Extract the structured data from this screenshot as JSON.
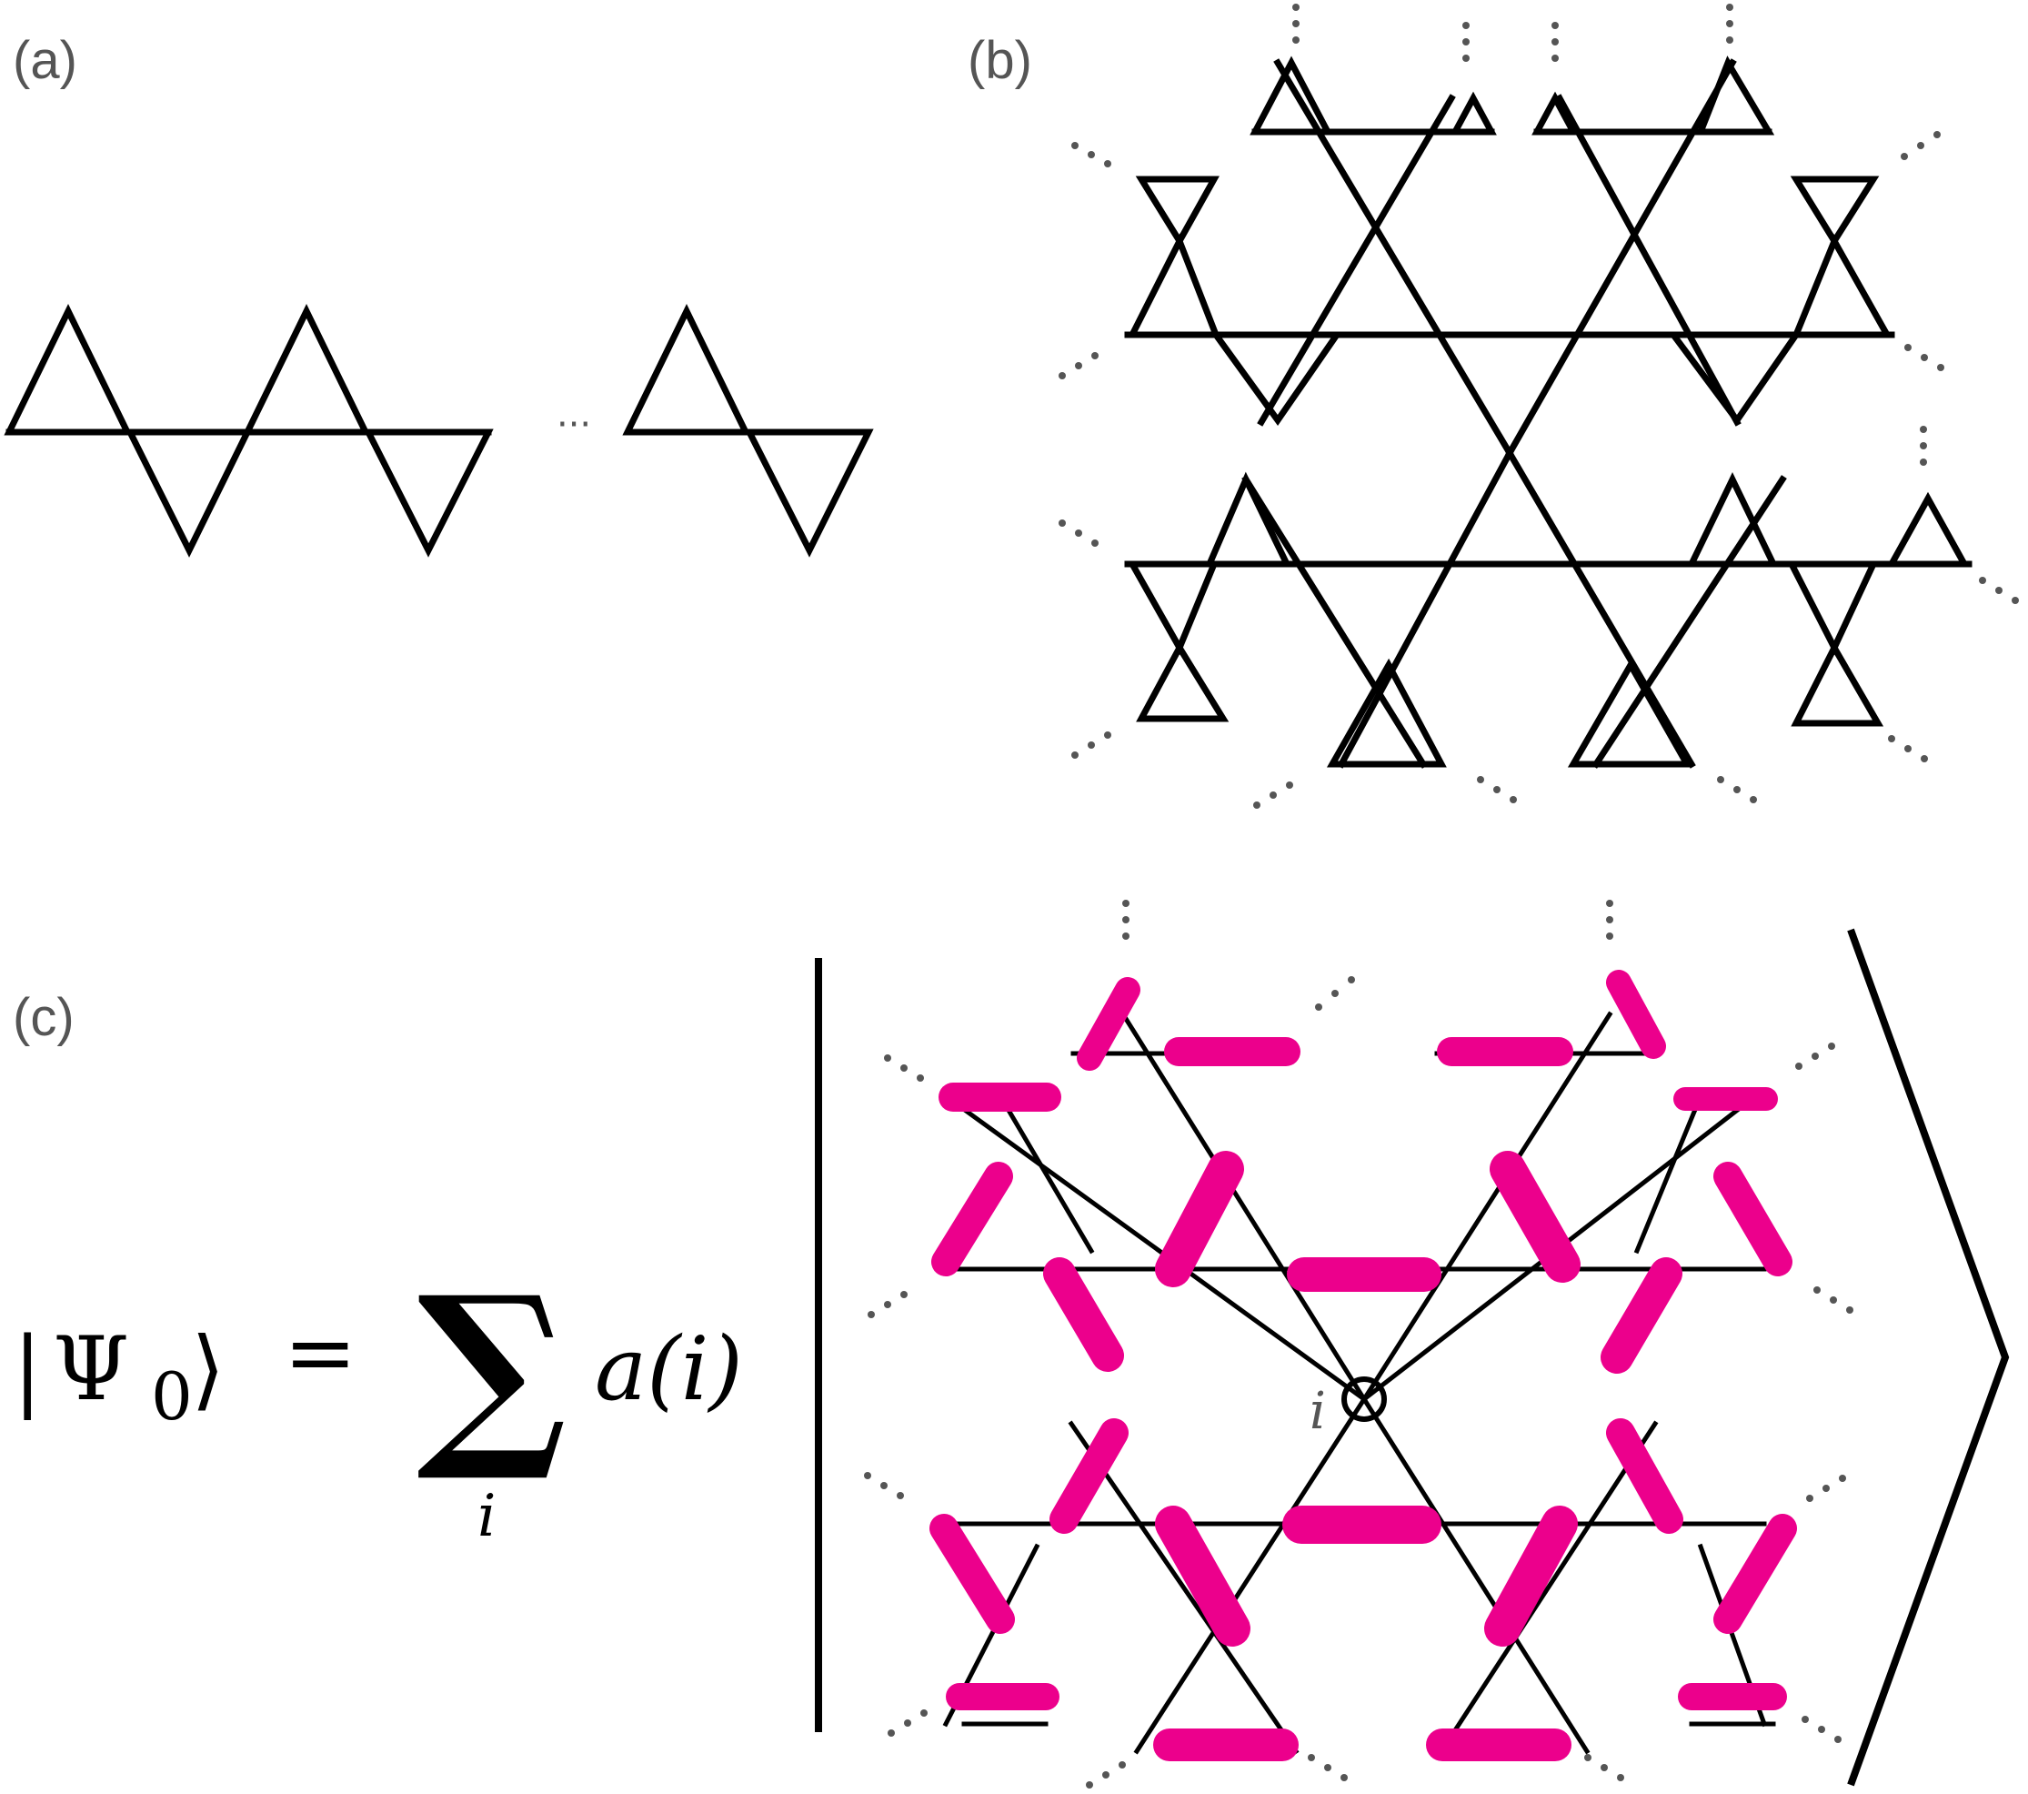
{
  "panels": {
    "a": {
      "label": "(a)",
      "ellipsis": "···"
    },
    "b": {
      "label": "(b)"
    },
    "c": {
      "label": "(c)",
      "site_label": "i"
    }
  },
  "equation": {
    "bar": "|",
    "psi": "Ψ",
    "subscript": "0",
    "rangle": "⟩",
    "equals": "=",
    "sum": "∑",
    "sum_index": "i",
    "coefficient": "a(i)"
  },
  "colors": {
    "lattice": "#000000",
    "dimer": "#ec008c",
    "dots": "#555555",
    "labels": "#555555"
  }
}
